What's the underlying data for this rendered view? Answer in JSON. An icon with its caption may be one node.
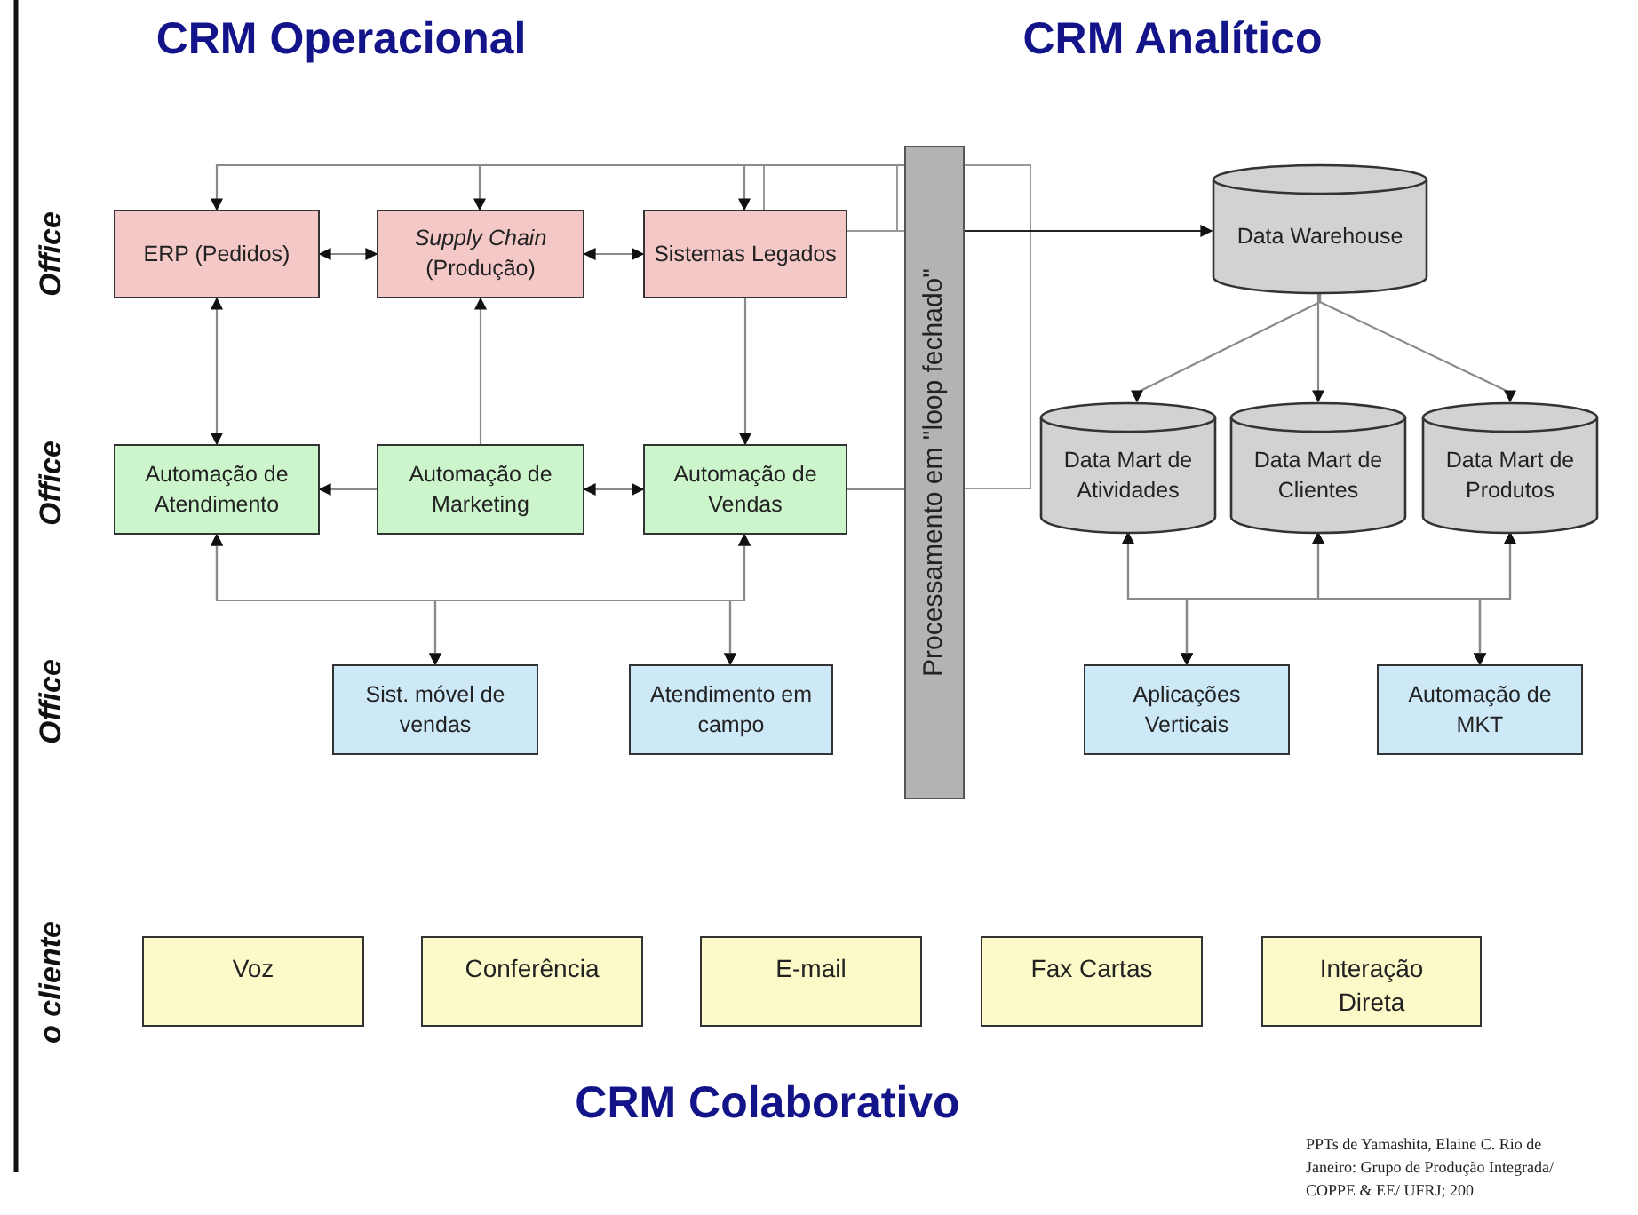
{
  "diagram": {
    "nodes": [
      {
        "text": [
          "ERP (Pedidos)"
        ]
      },
      {
        "text": [
          "*Supply Chain* (Produção)"
        ]
      },
      {
        "text": [
          "Sistemas Legados"
        ]
      },
      {
        "text": [
          "Automação de Atendimento"
        ]
      },
      {
        "text": [
          "Automação de Marketing"
        ]
      },
      {
        "text": [
          "Automação de Vendas"
        ]
      },
      {
        "text": [
          "Sist. móvel de vendas"
        ]
      },
      {
        "text": [
          "Atendimento em campo"
        ]
      },
      {
        "text": [
          "Processamento em \"loop fechado\""
        ]
      },
      {
        "text": [
          "Data Warehouse"
        ]
      },
      {
        "text": [
          "Data Mart de Atividades"
        ]
      },
      {
        "text": [
          "Data Mart de Clientes"
        ]
      },
      {
        "text": [
          "Data Mart de Produtos"
        ]
      },
      {
        "text": [
          "Aplicações Verticais"
        ]
      },
      {
        "text": [
          "Automação de MKT"
        ]
      },
      {
        "text": [
          "Voz"
        ]
      },
      {
        "text": [
          "Conferência"
        ]
      },
      {
        "text": [
          "E-mail"
        ]
      },
      {
        "text": [
          "Fax Cartas"
        ]
      },
      {
        "text": [
          "Interação Direta"
        ]
      }
    ],
    "edges": [
      {
        "from": 0,
        "to": 1,
        "arrow": "both"
      },
      {
        "from": 1,
        "to": 2,
        "arrow": "both"
      },
      {
        "from": 0,
        "to": 3,
        "arrow": "both"
      },
      {
        "from": 4,
        "to": 1,
        "arrow": "to"
      },
      {
        "from": 4,
        "to": 3,
        "arrow": "to"
      },
      {
        "from": 4,
        "to": 5,
        "arrow": "both"
      },
      {
        "from": 2,
        "to": 5,
        "arrow": "to"
      },
      {
        "from": 3,
        "to": 6,
        "arrow": "both"
      },
      {
        "from": 3,
        "to": 7,
        "arrow": "both"
      },
      {
        "from": 5,
        "to": 6,
        "arrow": "both"
      },
      {
        "from": 5,
        "to": 7,
        "arrow": "both"
      },
      {
        "from": 5,
        "to": 8,
        "arrow": "none"
      },
      {
        "from": 8,
        "to": 0,
        "arrow": "to"
      },
      {
        "from": 8,
        "to": 1,
        "arrow": "to"
      },
      {
        "from": 8,
        "to": 2,
        "arrow": "to"
      },
      {
        "from": 8,
        "to": 9,
        "arrow": "to",
        "color": "#222222"
      },
      {
        "from": 9,
        "to": 10,
        "arrow": "to"
      },
      {
        "from": 9,
        "to": 11,
        "arrow": "to"
      },
      {
        "from": 9,
        "to": 12,
        "arrow": "to"
      },
      {
        "from": 10,
        "to": 13,
        "arrow": "both"
      },
      {
        "from": 10,
        "to": 14,
        "arrow": "both"
      },
      {
        "from": 11,
        "to": 13,
        "arrow": "both"
      },
      {
        "from": 11,
        "to": 14,
        "arrow": "both"
      },
      {
        "from": 12,
        "to": 13,
        "arrow": "both"
      },
      {
        "from": 12,
        "to": 14,
        "arrow": "both"
      }
    ],
    "labels": [
      "CRM Operacional",
      "CRM Analítico",
      "Office",
      "Office",
      "Office",
      "o cliente",
      "CRM Colaborativo",
      "PPTs de Yamashita, Elaine C. Rio de Janeiro: Grupo de Produção Integrada/ COPPE & EE/ UFRJ; 200"
    ]
  }
}
